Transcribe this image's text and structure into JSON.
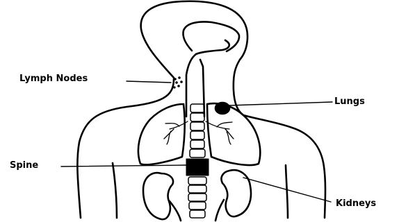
{
  "labels": {
    "lymph_nodes": "Lymph Nodes",
    "lungs": "Lungs",
    "spine": "Spine",
    "kidneys": "Kidneys"
  },
  "colors": {
    "ink": "#000000",
    "background": "#ffffff"
  }
}
